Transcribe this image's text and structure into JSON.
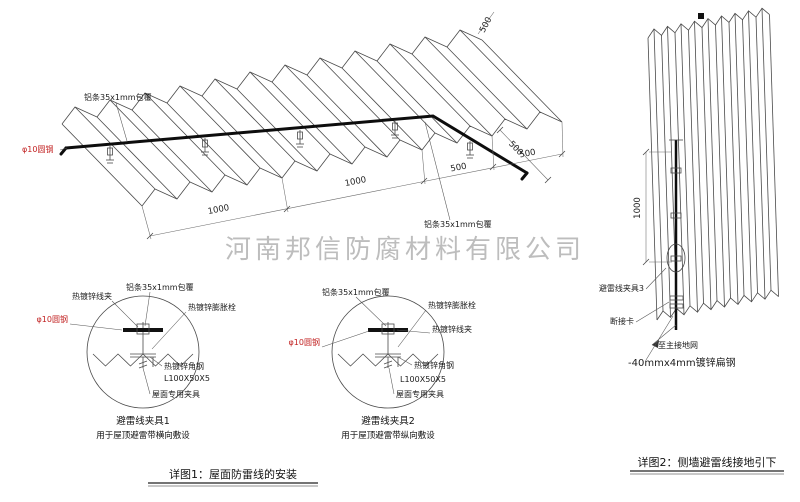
{
  "watermark": "河南邦信防腐材料有限公司",
  "roof": {
    "al_strip_top": "铝条35x1mm包覆",
    "al_strip_right": "铝条35x1mm包覆",
    "round_steel": "φ10圆钢",
    "dim_1": "1000",
    "dim_2": "1000",
    "dim_3": "500",
    "dim_4": "500",
    "dim_right": "500",
    "dim_top": "500"
  },
  "clamp1": {
    "title": "避雷线夹具1",
    "subtitle": "用于屋顶避雷带横向敷设",
    "wire_clip": "热镀锌线夹",
    "al_strip": "铝条35x1mm包覆",
    "bolt": "热镀锌膨胀栓",
    "round_steel": "φ10圆钢",
    "angle_steel": "热镀锌角钢",
    "angle_spec": "L100X50X5",
    "roof_fixture": "屋面专用夹具"
  },
  "clamp2": {
    "title": "避雷线夹具2",
    "subtitle": "用于屋顶避雷带纵向敷设",
    "wire_clip": "热镀锌线夹",
    "al_strip": "铝条35x1mm包覆",
    "bolt": "热镀锌膨胀栓",
    "round_steel": "φ10圆钢",
    "angle_steel": "热镀锌角钢",
    "angle_spec": "L100X50X5",
    "roof_fixture": "屋面专用夹具"
  },
  "wall": {
    "dim": "1000",
    "clamp3": "避雷线夹具3",
    "disconnect": "断接卡",
    "to_ground": "至主接地网",
    "flat_steel": "-40mmx4mm镀锌扁钢"
  },
  "captions": {
    "detail1": "详图1：屋面防雷线的安装",
    "detail2": "详图2：侧墙避雷线接地引下"
  },
  "colors": {
    "line": "#4a4a4a",
    "wire": "#0d0d0d",
    "red": "#c22222",
    "watermark": "#b2b2b2"
  }
}
